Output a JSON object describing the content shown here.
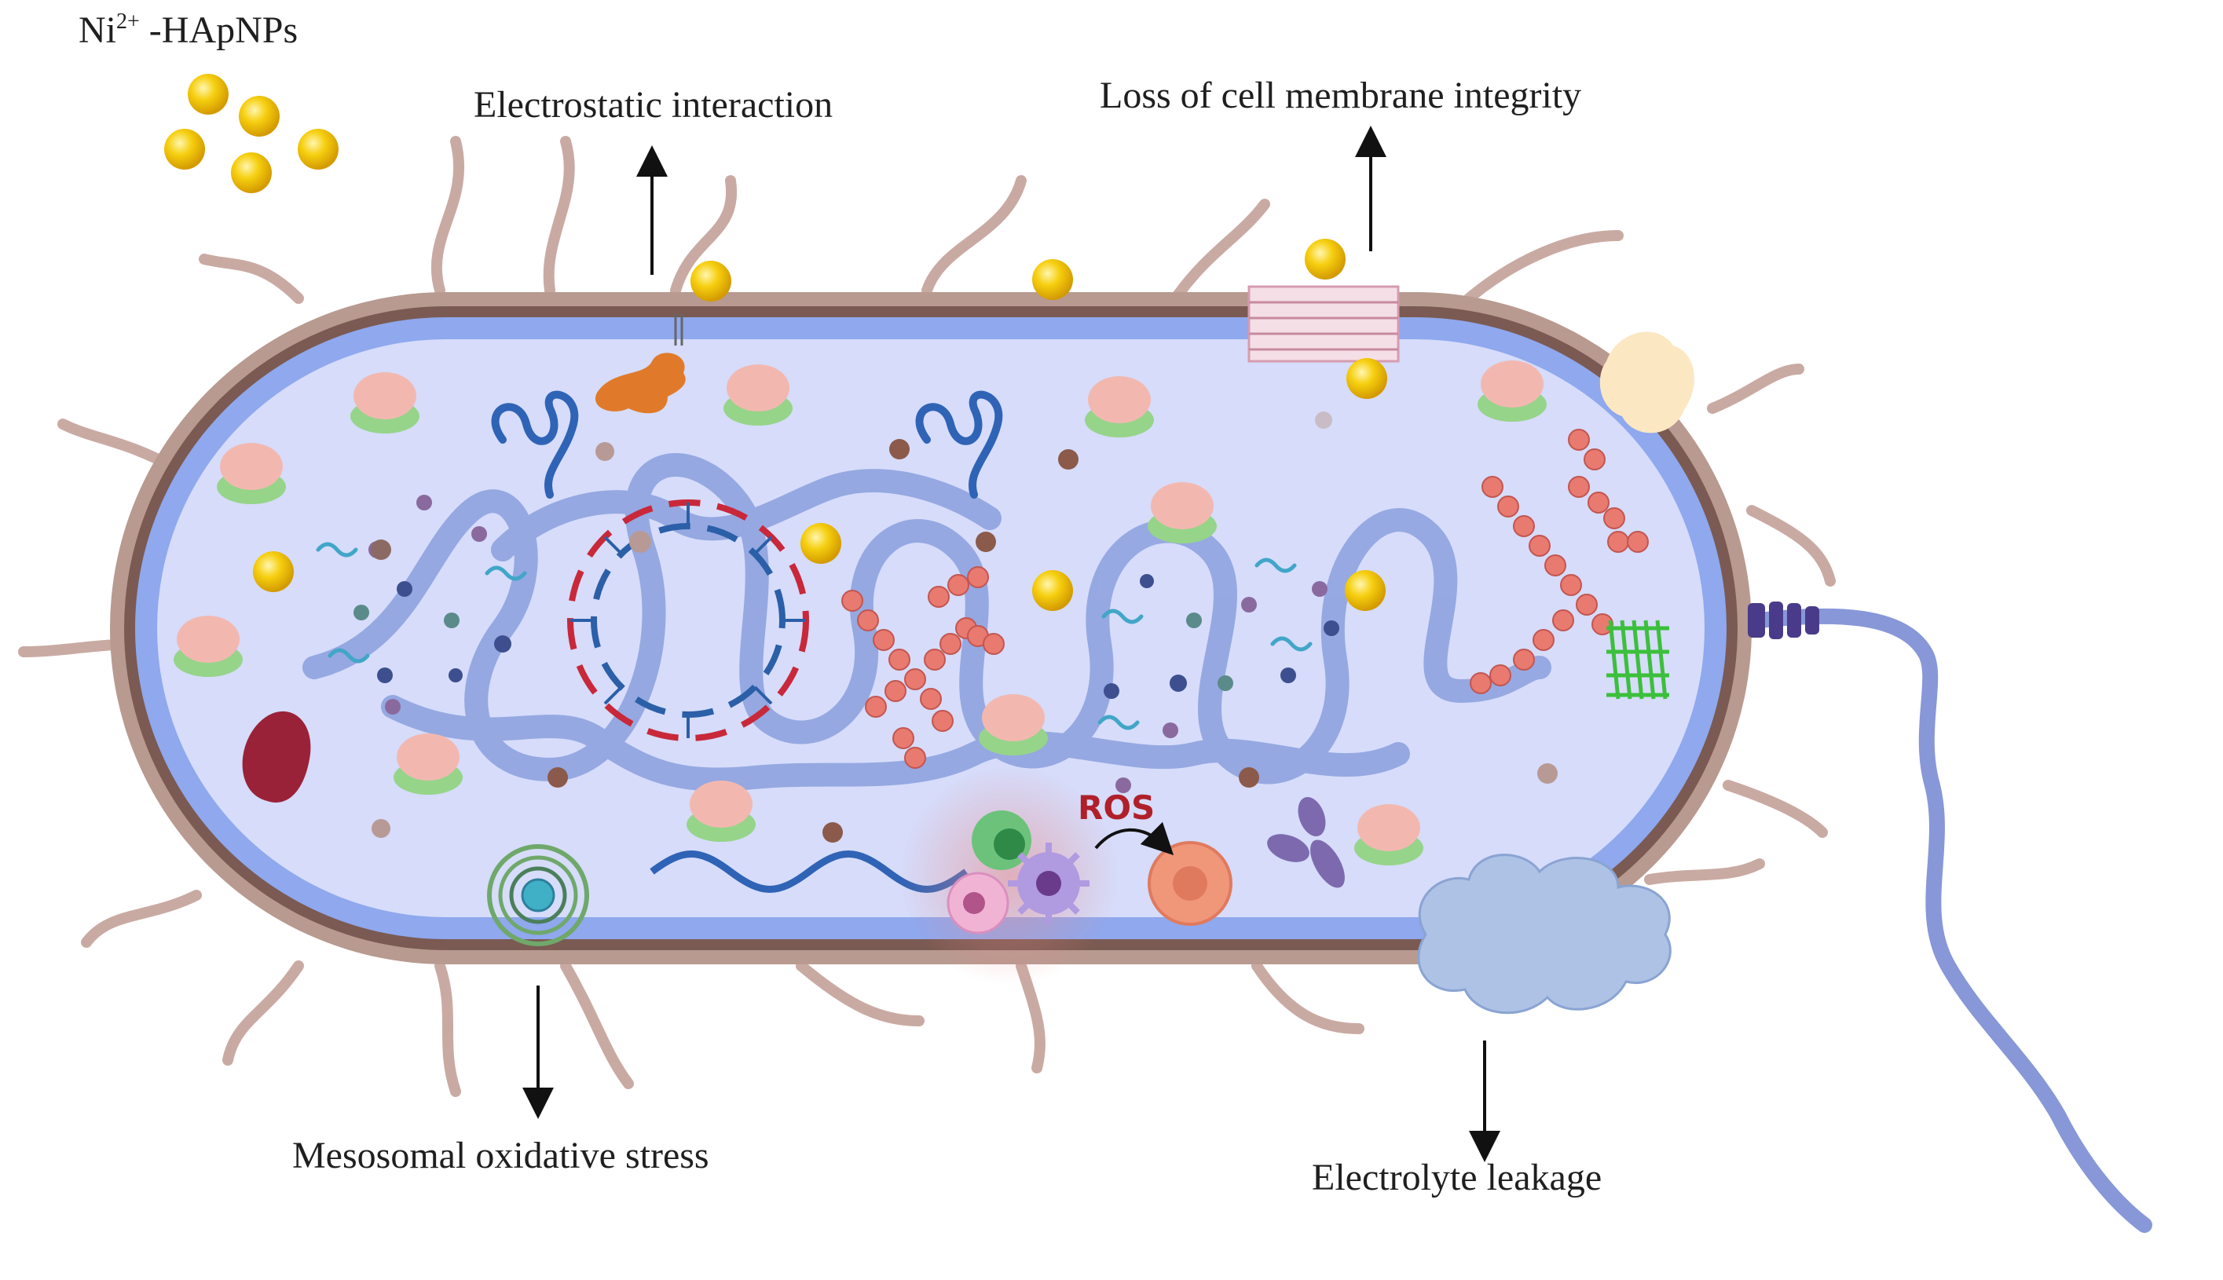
{
  "diagram": {
    "nanoparticle_label": {
      "base": "Ni",
      "sup": "2+",
      "rest": " -HApNPs"
    },
    "labels": {
      "electrostatic": "Electrostatic interaction",
      "membrane_loss": "Loss of cell  membrane integrity",
      "mesosomal": "Mesosomal oxidative stress",
      "electrolyte": "Electrolyte leakage",
      "ros": "ROS"
    },
    "colors": {
      "nanoparticle": "#f2c200",
      "cell_wall": "#7a5a52",
      "outer_membrane": "#b89a90",
      "inner_membrane": "#8fa8ee",
      "cytoplasm": "#d6dcfa",
      "nucleoid": "#8fa3df",
      "dna_red": "#c8283a",
      "dna_blue": "#2b5fa8",
      "ribosome_pink": "#f2b8b0",
      "ribosome_green": "#96d48a",
      "chain": "#e97a70",
      "flagellum": "#8797d8",
      "leak_cloud": "#aec2e6",
      "ros_text": "#b0202a",
      "fimbriae": "#c9aaa3"
    }
  }
}
